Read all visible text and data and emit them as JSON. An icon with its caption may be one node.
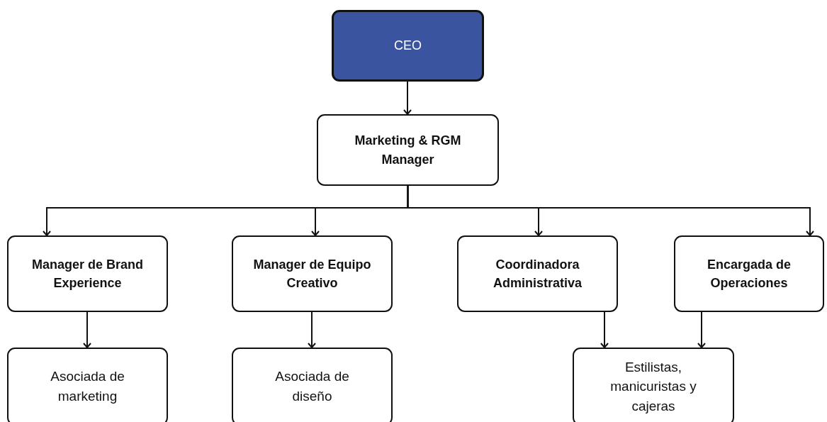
{
  "diagram": {
    "nodes": [
      {
        "text": [
          "CEO"
        ]
      },
      {
        "text": [
          "Marketing & RGM Manager"
        ]
      },
      {
        "text": [
          "Manager de Brand Experience"
        ]
      },
      {
        "text": [
          "Manager de Equipo Creativo"
        ]
      },
      {
        "text": [
          "Coordinadora Administrativa"
        ]
      },
      {
        "text": [
          "Encargada de Operaciones"
        ]
      },
      {
        "text": [
          "Asociada de marketing"
        ]
      },
      {
        "text": [
          "Asociada de diseño"
        ]
      },
      {
        "text": [
          "Estilistas, manicuristas y cajeras"
        ]
      }
    ],
    "edges": [
      {
        "from": 0,
        "to": 1,
        "arrow": "to"
      },
      {
        "from": 1,
        "to": 2,
        "arrow": "to"
      },
      {
        "from": 1,
        "to": 3,
        "arrow": "to"
      },
      {
        "from": 1,
        "to": 4,
        "arrow": "to"
      },
      {
        "from": 1,
        "to": 5,
        "arrow": "to"
      },
      {
        "from": 2,
        "to": 6,
        "arrow": "to"
      },
      {
        "from": 3,
        "to": 7,
        "arrow": "to"
      },
      {
        "from": 4,
        "to": 8,
        "arrow": "to"
      },
      {
        "from": 5,
        "to": 8,
        "arrow": "to"
      }
    ]
  }
}
